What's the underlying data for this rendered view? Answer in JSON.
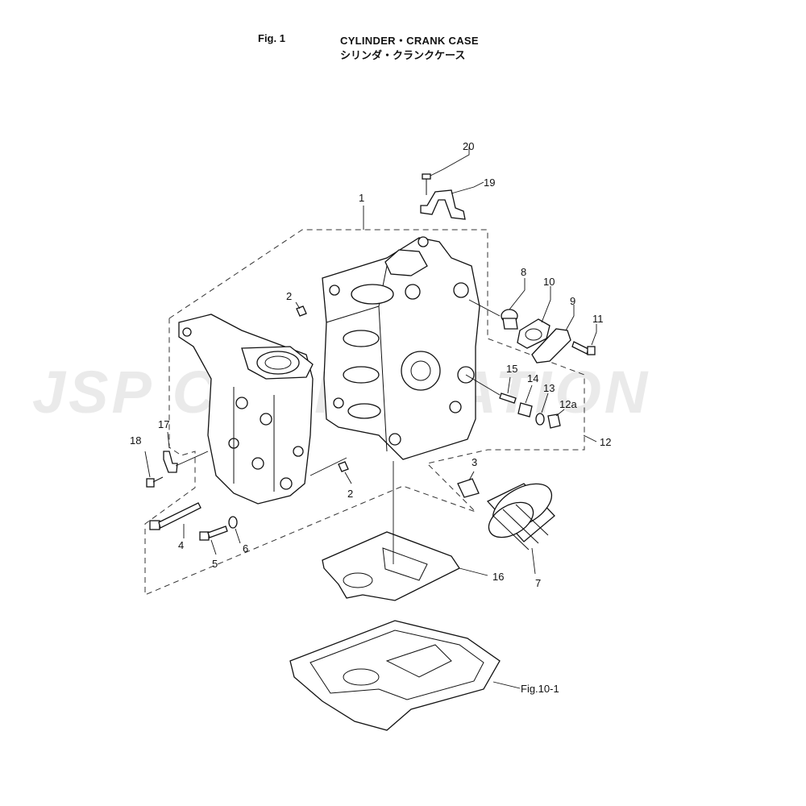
{
  "header": {
    "fig_label": "Fig. 1",
    "title_en": "CYLINDER・CRANK CASE",
    "title_jp": "シリンダ・クランクケース"
  },
  "watermark": {
    "text": "JSP CORPORATION"
  },
  "callouts": {
    "c1": "1",
    "c2a": "2",
    "c2b": "2",
    "c3": "3",
    "c4": "4",
    "c5": "5",
    "c6": "6",
    "c7": "7",
    "c8": "8",
    "c9": "9",
    "c10": "10",
    "c11": "11",
    "c12": "12",
    "c12a": "12a",
    "c13": "13",
    "c14": "14",
    "c15": "15",
    "c16": "16",
    "c17": "17",
    "c18": "18",
    "c19": "19",
    "c20": "20",
    "fig_ref": "Fig.10-1"
  }
}
